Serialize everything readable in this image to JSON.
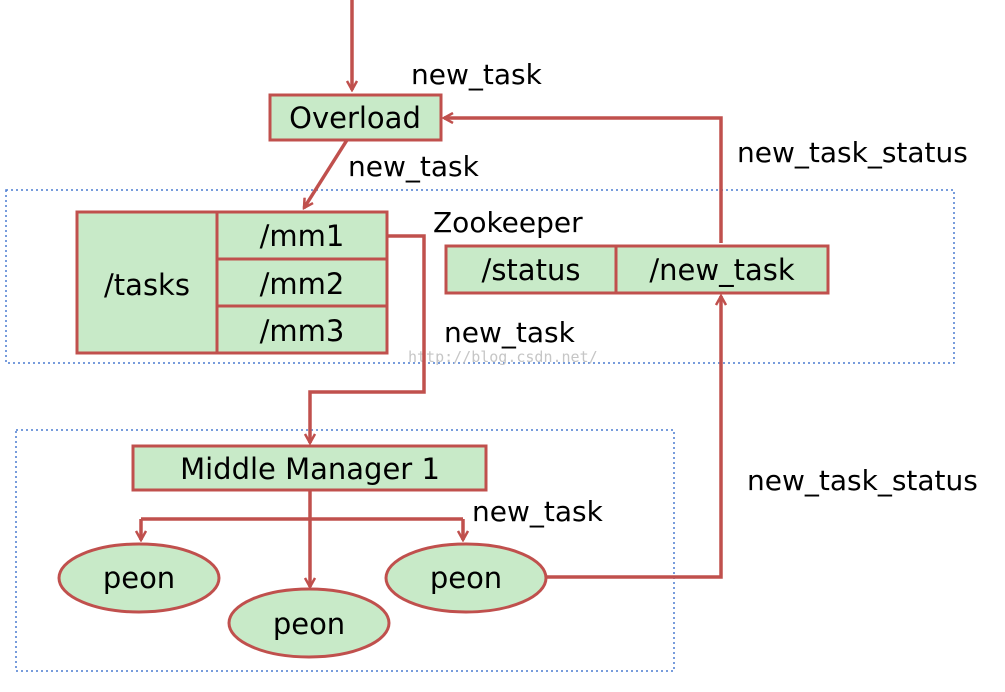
{
  "colors": {
    "node_fill": "#c8eac8",
    "node_stroke": "#c0504d",
    "arrow": "#c0504d",
    "region_border": "#4a7bd0"
  },
  "nodes": {
    "overload": "Overload",
    "tasks": "/tasks",
    "mm1": "/mm1",
    "mm2": "/mm2",
    "mm3": "/mm3",
    "status": "/status",
    "new_task": "/new_task",
    "middle_manager": "Middle Manager 1",
    "peon_left": "peon",
    "peon_center": "peon",
    "peon_right": "peon"
  },
  "regions": {
    "zookeeper": "Zookeeper"
  },
  "edge_labels": {
    "incoming_new_task": "new_task",
    "overload_to_tasks": "new_task",
    "return_status_top": "new_task_status",
    "mm1_to_middle_manager": "new_task",
    "peon_to_status": "new_task_status",
    "manager_to_peon": "new_task"
  },
  "watermark": "http://blog.csdn.net/"
}
